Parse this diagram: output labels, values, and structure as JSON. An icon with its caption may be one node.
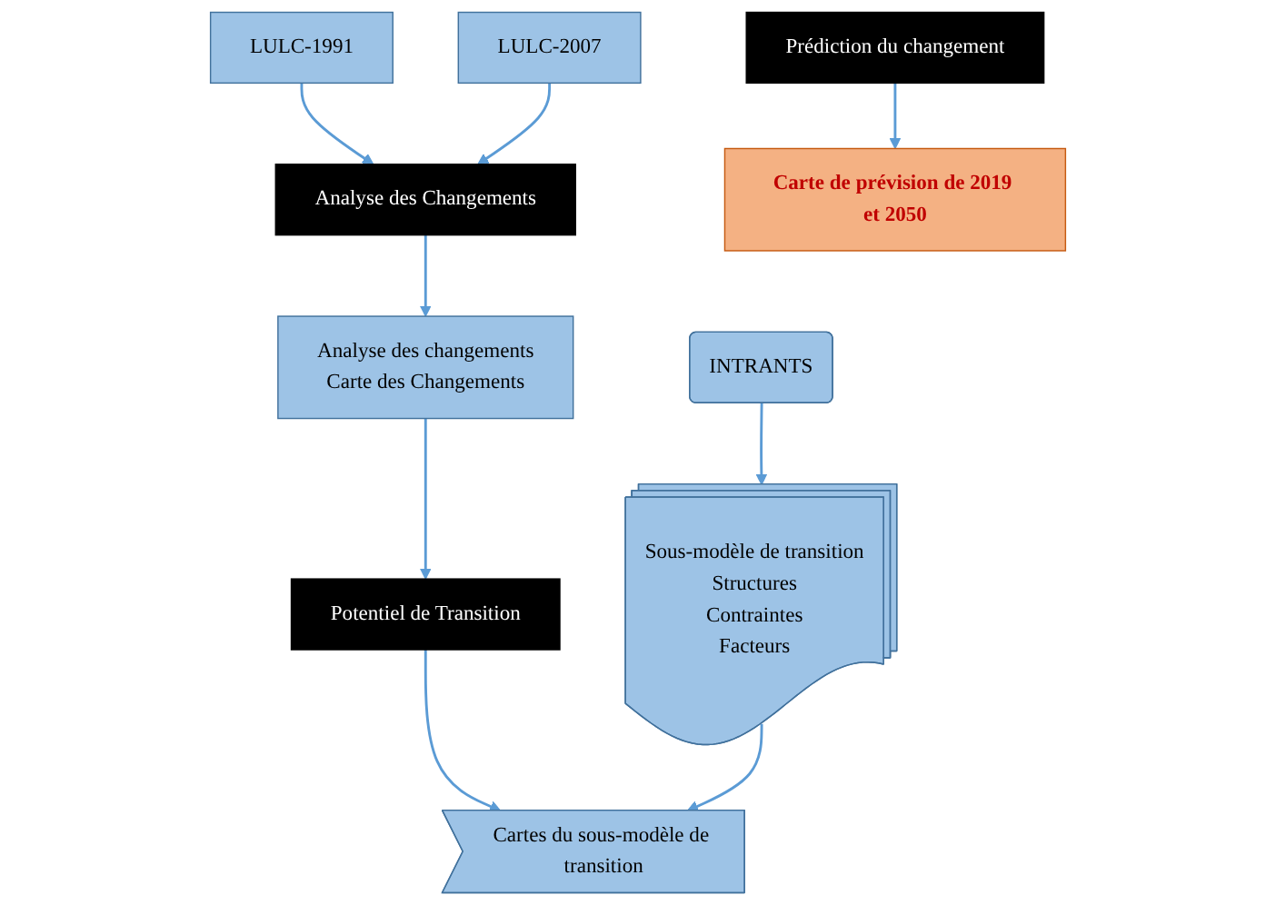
{
  "diagram": {
    "nodes": [
      {
        "text": [
          "INTRANTS"
        ]
      },
      {
        "text": [
          "LULC-1991"
        ]
      },
      {
        "text": [
          "LULC-2007"
        ]
      },
      {
        "text": [
          "Analyse des Changements"
        ]
      },
      {
        "text": [
          "Analyse des changements",
          "Carte des Changements"
        ]
      },
      {
        "text": [
          "Potentiel de Transition"
        ]
      },
      {
        "text": [
          "Sous-modèle de transition",
          "Structures",
          "Contraintes",
          "Facteurs"
        ]
      },
      {
        "text": [
          "Cartes du sous-modèle de transition"
        ]
      },
      {
        "text": [
          "Prédiction du changement"
        ]
      },
      {
        "text": [
          "Carte de prévision de 2019 et 2050"
        ]
      }
    ],
    "edges": [
      {
        "from": 0,
        "to": 6,
        "arrow": "to"
      },
      {
        "from": 1,
        "to": 3,
        "arrow": "to"
      },
      {
        "from": 2,
        "to": 3,
        "arrow": "to"
      },
      {
        "from": 3,
        "to": 4,
        "arrow": "to"
      },
      {
        "from": 4,
        "to": 5,
        "arrow": "to"
      },
      {
        "from": 5,
        "to": 7,
        "arrow": "to"
      },
      {
        "from": 6,
        "to": 7,
        "arrow": "to"
      },
      {
        "from": 8,
        "to": 9,
        "arrow": "to"
      }
    ]
  }
}
